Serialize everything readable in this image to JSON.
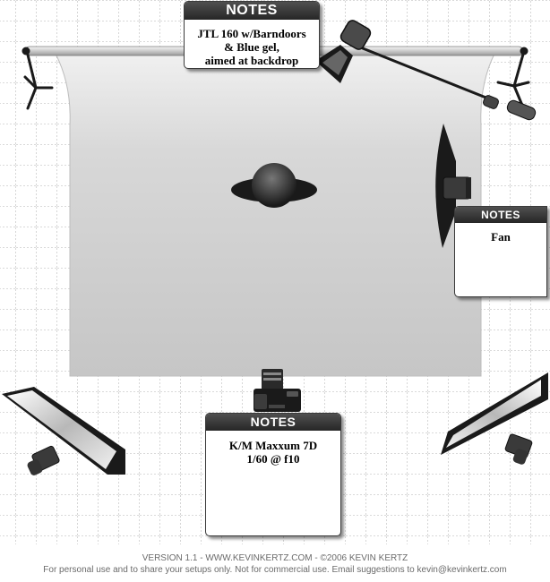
{
  "notes": {
    "top": {
      "title": "NOTES",
      "body": "JTL 160 w/Barndoors\n& Blue gel,\naimed at backdrop"
    },
    "right": {
      "title": "NOTES",
      "body": "Fan"
    },
    "bottom": {
      "title": "NOTES",
      "body": "K/M Maxxum 7D\n1/60 @ f10"
    }
  },
  "footer": {
    "line1": "VERSION 1.1   -   WWW.KEVINKERTZ.COM   -   ©2006 KEVIN KERTZ",
    "line2": "For personal use and to share your setups only. Not for commercial use.  Email suggestions to kevin@kevinkertz.com"
  },
  "colors": {
    "grid": "#9a9a9a",
    "backdrop": "#d2d2d2",
    "equipment": "#1a1a1a",
    "note_header": "#333333"
  },
  "icons": {
    "backdrop": "backdrop-icon",
    "stand_left": "light-stand-icon",
    "stand_right": "light-stand-icon",
    "boom_light": "spotlight-barndoors-icon",
    "fan_light": "beauty-dish-icon",
    "subject": "subject-person-icon",
    "camera": "camera-icon",
    "softbox_left": "softbox-icon",
    "softbox_right": "softbox-icon"
  }
}
